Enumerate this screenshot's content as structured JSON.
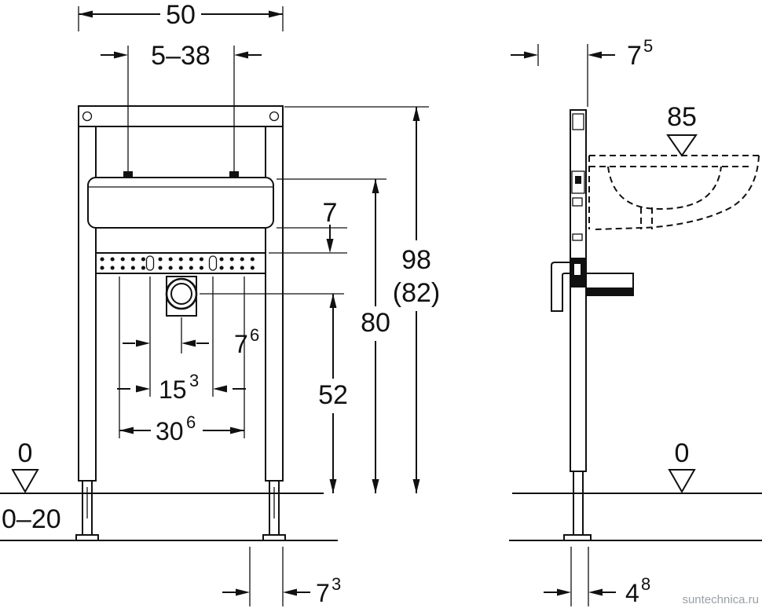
{
  "colors": {
    "ink": "#111111",
    "watermark": "#9aa0a6"
  },
  "watermark": "suntechnica.ru",
  "front": {
    "dim_width": "50",
    "dim_tap_range": "5–38",
    "dim_gap": "7",
    "dim_height_main": "98",
    "dim_height_alt": "(82)",
    "dim_rim": "80",
    "dim_drain": "52",
    "dim_d76": {
      "v": "7",
      "s": "6"
    },
    "dim_d153": {
      "v": "15",
      "s": "3"
    },
    "dim_d306": {
      "v": "30",
      "s": "6"
    },
    "level_zero": "0",
    "floor_range": "0–20",
    "dim_d73": {
      "v": "7",
      "s": "3"
    }
  },
  "side": {
    "dim_d75": {
      "v": "7",
      "s": "5"
    },
    "level_basin": "85",
    "level_zero": "0",
    "dim_d48": {
      "v": "4",
      "s": "8"
    }
  }
}
